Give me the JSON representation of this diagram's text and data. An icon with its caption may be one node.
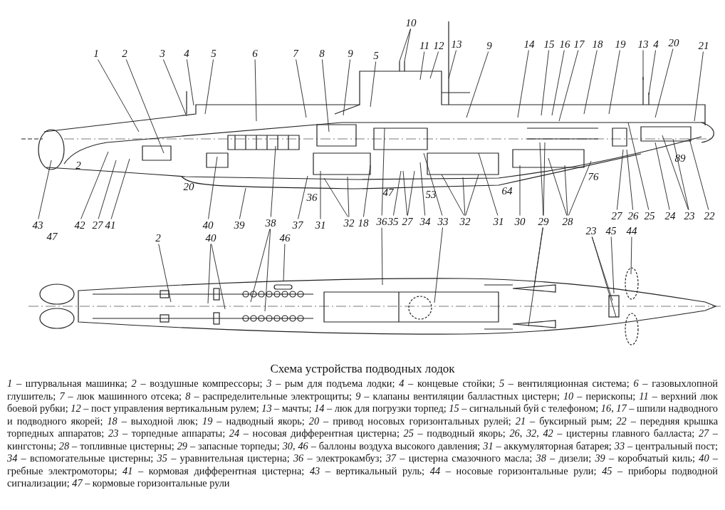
{
  "diagram": {
    "title": "Схема устройства подводных лодок",
    "caption": "*1* – штурвальная машинка; *2* – воздушные компрессоры; *3* – рым для подъема лодки; *4* – концевые стойки; *5* – вентиляционная система; *6* – газовыхлопной глушитель; *7* – люк машинного отсека; *8* – распределительные электрощиты; *9* – клапаны вентиляции балластных цистерн; *10* – перископы; *11* – верхний люк боевой рубки; *12* – пост управления вертикальным рулем; *13* – мачты; *14* – люк для погрузки торпед; *15* – сигнальный буй с телефоном; *16, 17* – шпили надводного и подводного якорей; *18* – выходной люк; *19* – надводный якорь; *20* – привод носовых горизонтальных рулей; *21* – буксирный рым; *22* – передняя крышка торпедных аппаратов; *23* – торпедные аппараты; *24* – носовая дифферентная цистерна; *25* – подводный якорь; *26, 32, 42* – цистерны главного балласта; *27* – кингстоны; *28* – топливные цистерны; *29* – запасные торпеды; *30, 46* – баллоны воздуха высокого давления; *31* – аккумуляторная батарея; *33* – центральный пост; *34* – вспомогательные цистерны; *35* – уравнительная цистерна; *36* – электрокамбуз; *37* – цистерна смазочного масла; *38* – дизели; *39* – коробчатый киль; *40* – гребные электромоторы; *41* – кормовая дифферентная цистерна; *43* – вертикальный руль; *44* – носовые горизонтальные рули; *45* – приборы подводной сигнализации; *47* – кормовые горизонтальные рули",
    "nodes": [
      {
        "text": [
          "1"
        ]
      },
      {
        "text": [
          "2"
        ]
      },
      {
        "text": [
          "3"
        ]
      },
      {
        "text": [
          "4"
        ]
      },
      {
        "text": [
          "5"
        ]
      },
      {
        "text": [
          "6"
        ]
      },
      {
        "text": [
          "7"
        ]
      },
      {
        "text": [
          "8"
        ]
      },
      {
        "text": [
          "9"
        ]
      },
      {
        "text": [
          "5"
        ]
      },
      {
        "text": [
          "10"
        ]
      },
      {
        "text": [
          "11"
        ]
      },
      {
        "text": [
          "12"
        ]
      },
      {
        "text": [
          "13"
        ]
      },
      {
        "text": [
          "9"
        ]
      },
      {
        "text": [
          "14"
        ]
      },
      {
        "text": [
          "15"
        ]
      },
      {
        "text": [
          "16"
        ]
      },
      {
        "text": [
          "17"
        ]
      },
      {
        "text": [
          "18"
        ]
      },
      {
        "text": [
          "19"
        ]
      },
      {
        "text": [
          "13"
        ]
      },
      {
        "text": [
          "4"
        ]
      },
      {
        "text": [
          "20"
        ]
      },
      {
        "text": [
          "21"
        ]
      },
      {
        "text": [
          "43"
        ]
      },
      {
        "text": [
          "42"
        ]
      },
      {
        "text": [
          "27"
        ]
      },
      {
        "text": [
          "41"
        ]
      },
      {
        "text": [
          "40"
        ]
      },
      {
        "text": [
          "39"
        ]
      },
      {
        "text": [
          "38"
        ]
      },
      {
        "text": [
          "37"
        ]
      },
      {
        "text": [
          "31"
        ]
      },
      {
        "text": [
          "32"
        ]
      },
      {
        "text": [
          "18"
        ]
      },
      {
        "text": [
          "36"
        ]
      },
      {
        "text": [
          "35"
        ]
      },
      {
        "text": [
          "27"
        ]
      },
      {
        "text": [
          "34"
        ]
      },
      {
        "text": [
          "33"
        ]
      },
      {
        "text": [
          "32"
        ]
      },
      {
        "text": [
          "31"
        ]
      },
      {
        "text": [
          "30"
        ]
      },
      {
        "text": [
          "29"
        ]
      },
      {
        "text": [
          "28"
        ]
      },
      {
        "text": [
          "27"
        ]
      },
      {
        "text": [
          "26"
        ]
      },
      {
        "text": [
          "25"
        ]
      },
      {
        "text": [
          "24"
        ]
      },
      {
        "text": [
          "23"
        ]
      },
      {
        "text": [
          "22"
        ]
      },
      {
        "text": [
          "2"
        ]
      },
      {
        "text": [
          "40"
        ]
      },
      {
        "text": [
          "46"
        ]
      },
      {
        "text": [
          "23"
        ]
      },
      {
        "text": [
          "45"
        ]
      },
      {
        "text": [
          "44"
        ]
      }
    ],
    "edges": [
      {
        "from": 0,
        "to": null,
        "arrow": "none"
      },
      {
        "from": 1,
        "to": null,
        "arrow": "none"
      },
      {
        "from": 2,
        "to": null,
        "arrow": "none"
      },
      {
        "from": 3,
        "to": null,
        "arrow": "none"
      },
      {
        "from": 4,
        "to": null,
        "arrow": "none"
      },
      {
        "from": 5,
        "to": null,
        "arrow": "none"
      },
      {
        "from": 6,
        "to": null,
        "arrow": "none"
      },
      {
        "from": 7,
        "to": null,
        "arrow": "none"
      },
      {
        "from": 8,
        "to": null,
        "arrow": "none"
      },
      {
        "from": 9,
        "to": null,
        "arrow": "none"
      },
      {
        "from": 10,
        "to": null,
        "arrow": "none"
      },
      {
        "from": 10,
        "to": null,
        "arrow": "none"
      },
      {
        "from": 11,
        "to": null,
        "arrow": "none"
      },
      {
        "from": 12,
        "to": null,
        "arrow": "none"
      },
      {
        "from": 13,
        "to": null,
        "arrow": "none"
      },
      {
        "from": 14,
        "to": null,
        "arrow": "none"
      },
      {
        "from": 15,
        "to": null,
        "arrow": "none"
      },
      {
        "from": 16,
        "to": null,
        "arrow": "none"
      },
      {
        "from": 17,
        "to": null,
        "arrow": "none"
      },
      {
        "from": 18,
        "to": null,
        "arrow": "none"
      },
      {
        "from": 19,
        "to": null,
        "arrow": "none"
      },
      {
        "from": 20,
        "to": null,
        "arrow": "none"
      },
      {
        "from": 21,
        "to": null,
        "arrow": "none"
      },
      {
        "from": 22,
        "to": null,
        "arrow": "none"
      },
      {
        "from": 23,
        "to": null,
        "arrow": "none"
      },
      {
        "from": 24,
        "to": null,
        "arrow": "none"
      },
      {
        "from": 25,
        "to": null,
        "arrow": "none"
      },
      {
        "from": 26,
        "to": null,
        "arrow": "none"
      },
      {
        "from": 27,
        "to": null,
        "arrow": "none"
      },
      {
        "from": 28,
        "to": null,
        "arrow": "none"
      },
      {
        "from": 29,
        "to": null,
        "arrow": "none"
      },
      {
        "from": 30,
        "to": null,
        "arrow": "none"
      },
      {
        "from": 31,
        "to": null,
        "arrow": "none"
      },
      {
        "from": 31,
        "to": null,
        "arrow": "none"
      },
      {
        "from": 31,
        "to": null,
        "arrow": "none"
      },
      {
        "from": 32,
        "to": null,
        "arrow": "none"
      },
      {
        "from": 33,
        "to": null,
        "arrow": "none"
      },
      {
        "from": 34,
        "to": null,
        "arrow": "none"
      },
      {
        "from": 34,
        "to": null,
        "arrow": "none"
      },
      {
        "from": 35,
        "to": null,
        "arrow": "none"
      },
      {
        "from": 36,
        "to": null,
        "arrow": "none"
      },
      {
        "from": 36,
        "to": null,
        "arrow": "none"
      },
      {
        "from": 37,
        "to": null,
        "arrow": "none"
      },
      {
        "from": 38,
        "to": null,
        "arrow": "none"
      },
      {
        "from": 38,
        "to": null,
        "arrow": "none"
      },
      {
        "from": 39,
        "to": null,
        "arrow": "none"
      },
      {
        "from": 40,
        "to": null,
        "arrow": "none"
      },
      {
        "from": 40,
        "to": null,
        "arrow": "none"
      },
      {
        "from": 41,
        "to": null,
        "arrow": "none"
      },
      {
        "from": 41,
        "to": null,
        "arrow": "none"
      },
      {
        "from": 41,
        "to": null,
        "arrow": "none"
      },
      {
        "from": 42,
        "to": null,
        "arrow": "none"
      },
      {
        "from": 43,
        "to": null,
        "arrow": "none"
      },
      {
        "from": 44,
        "to": null,
        "arrow": "none"
      },
      {
        "from": 44,
        "to": null,
        "arrow": "none"
      },
      {
        "from": 44,
        "to": null,
        "arrow": "none"
      },
      {
        "from": 44,
        "to": null,
        "arrow": "none"
      },
      {
        "from": 45,
        "to": null,
        "arrow": "none"
      },
      {
        "from": 45,
        "to": null,
        "arrow": "none"
      },
      {
        "from": 45,
        "to": null,
        "arrow": "none"
      },
      {
        "from": 46,
        "to": null,
        "arrow": "none"
      },
      {
        "from": 47,
        "to": null,
        "arrow": "none"
      },
      {
        "from": 48,
        "to": null,
        "arrow": "none"
      },
      {
        "from": 49,
        "to": null,
        "arrow": "none"
      },
      {
        "from": 50,
        "to": null,
        "arrow": "none"
      },
      {
        "from": 50,
        "to": null,
        "arrow": "none"
      },
      {
        "from": 51,
        "to": null,
        "arrow": "none"
      },
      {
        "from": 52,
        "to": null,
        "arrow": "none"
      },
      {
        "from": 53,
        "to": null,
        "arrow": "none"
      },
      {
        "from": 53,
        "to": null,
        "arrow": "none"
      },
      {
        "from": 54,
        "to": null,
        "arrow": "none"
      },
      {
        "from": 55,
        "to": null,
        "arrow": "none"
      },
      {
        "from": 55,
        "to": null,
        "arrow": "none"
      },
      {
        "from": 56,
        "to": null,
        "arrow": "none"
      },
      {
        "from": 57,
        "to": null,
        "arrow": "none"
      }
    ],
    "labels": [
      "2",
      "20",
      "36",
      "47",
      "53",
      "64",
      "76",
      "89",
      "47"
    ]
  }
}
